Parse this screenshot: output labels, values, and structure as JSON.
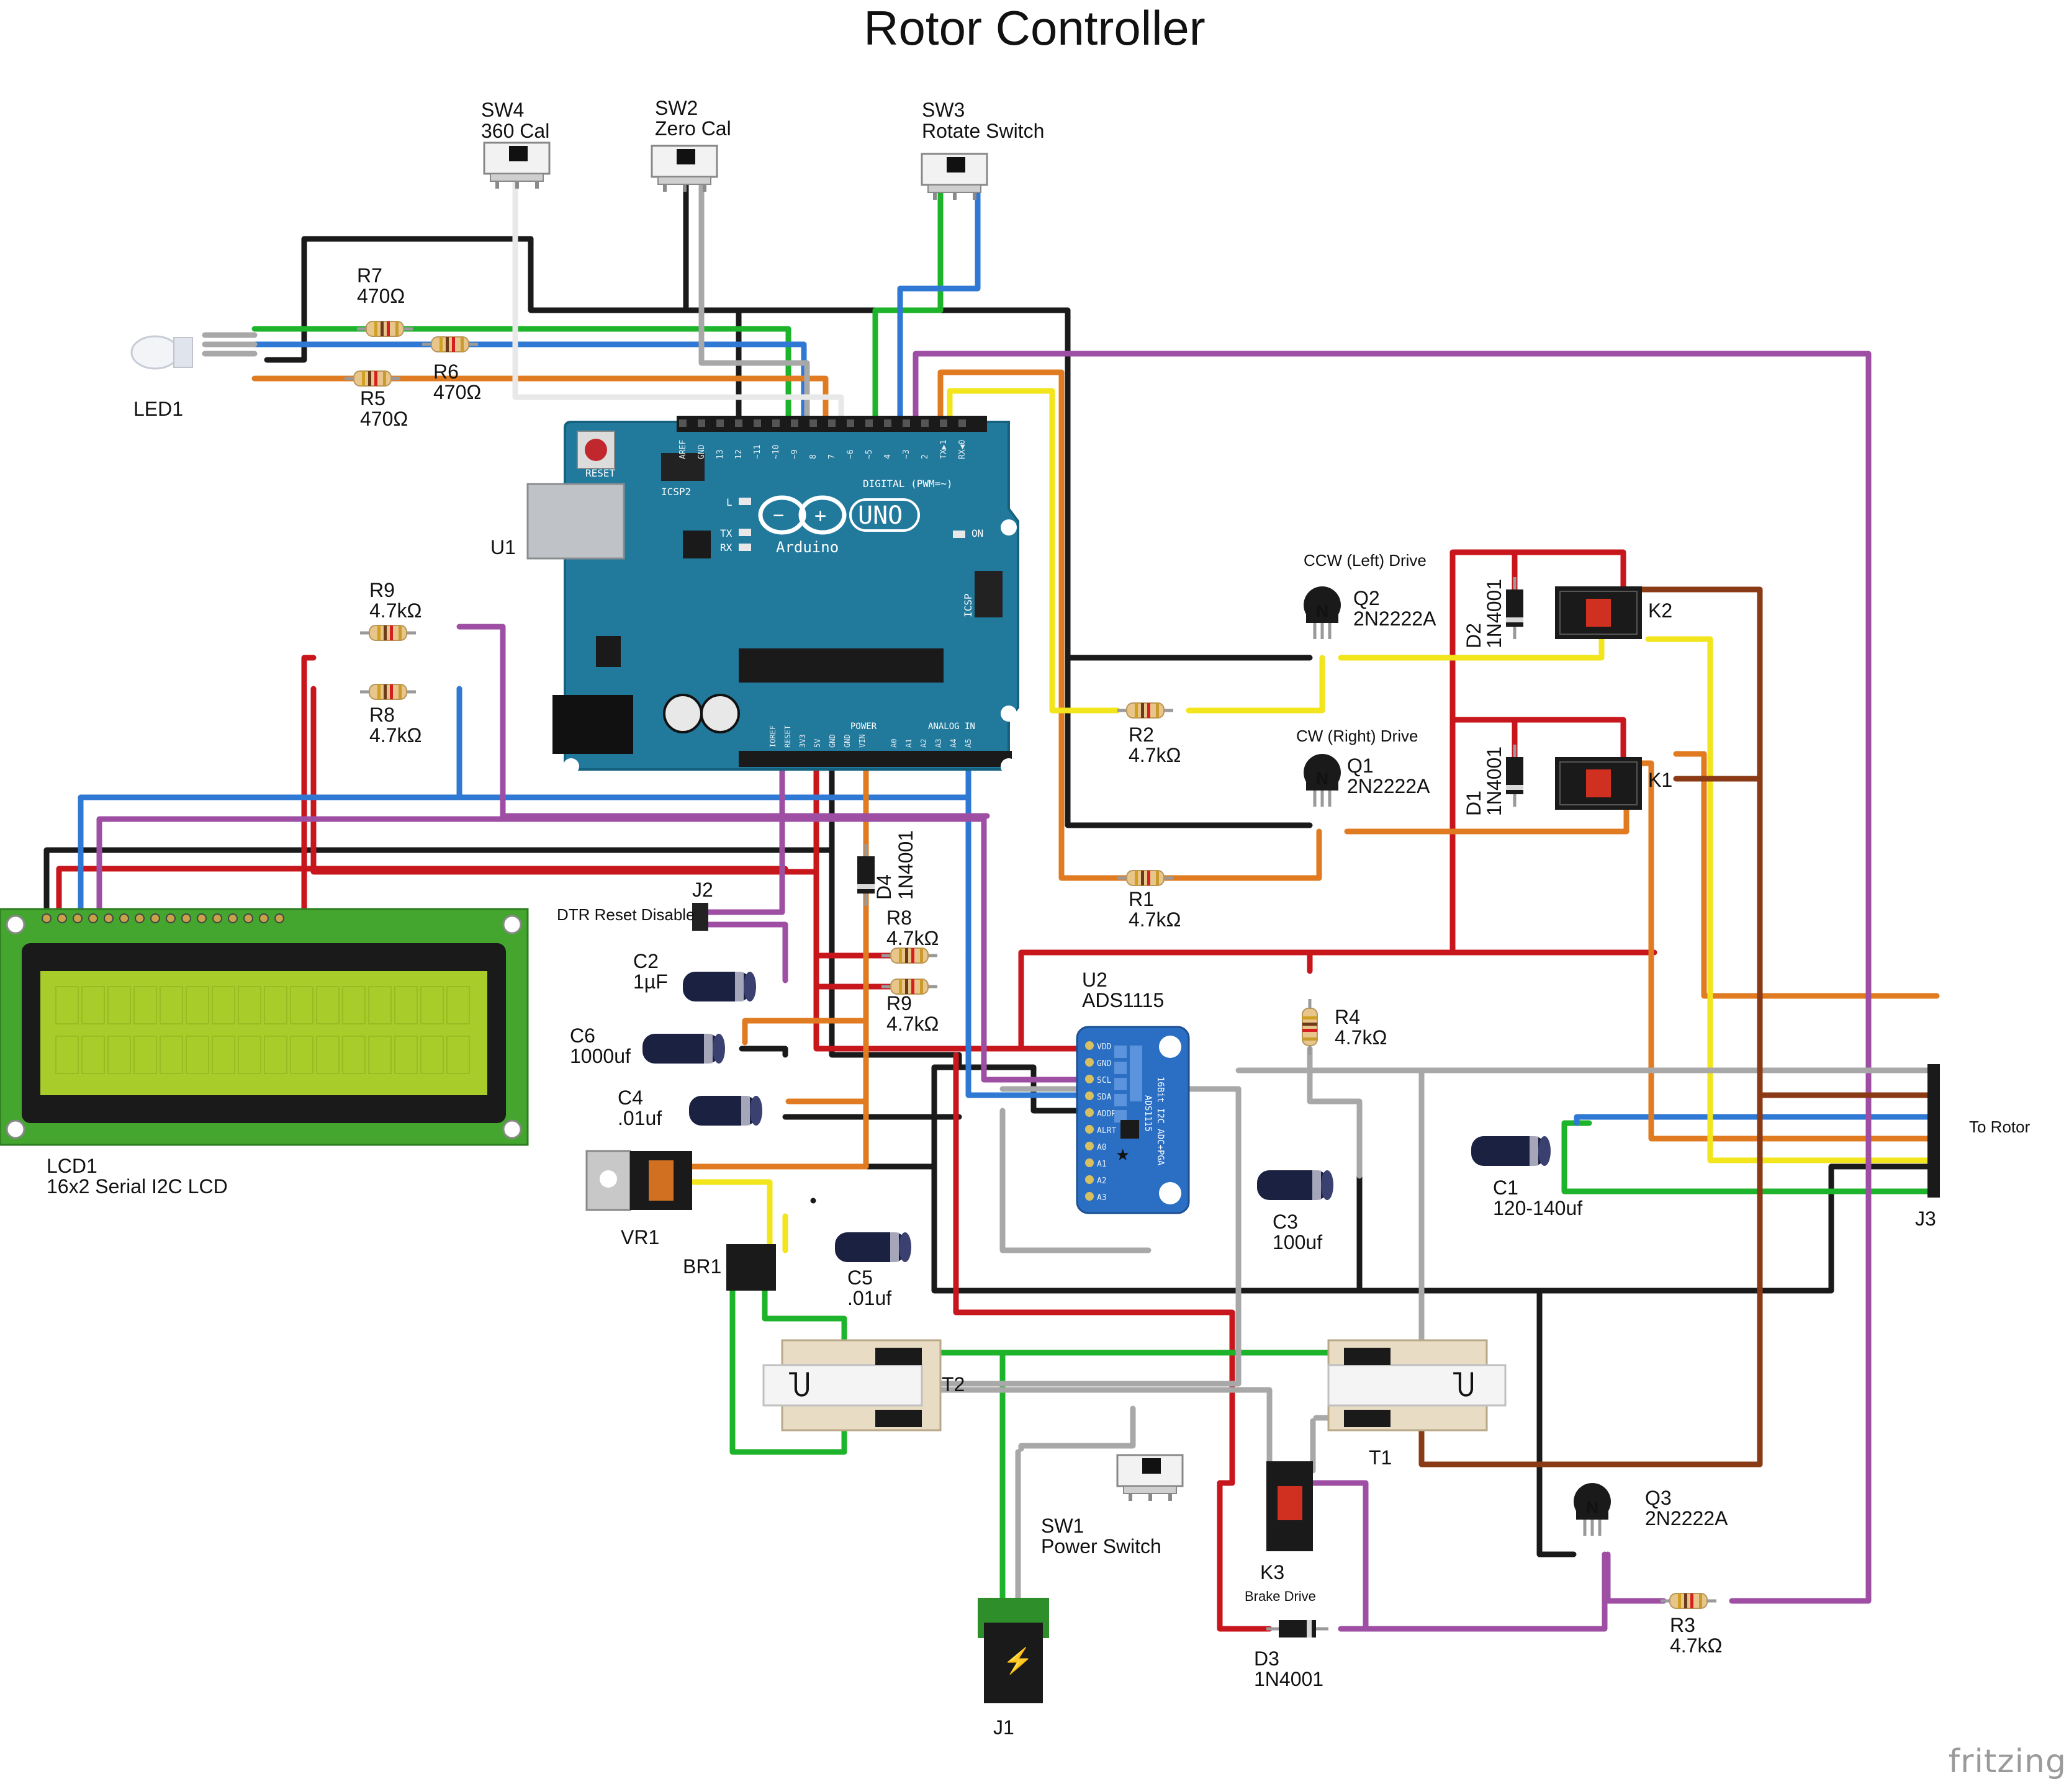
{
  "title": "Rotor Controller",
  "watermark": "fritzing",
  "colors": {
    "black": "#1a1a1a",
    "red": "#c8161d",
    "green": "#1db32a",
    "blue": "#2f78d3",
    "orange": "#e07b22",
    "yellow": "#f2e51b",
    "purple": "#9e4fa4",
    "gray": "#a8a8a8",
    "white": "#e8e8e8",
    "brown": "#8b3a16",
    "arduino": "#21799c",
    "lcd_green": "#44a52f",
    "lcd_screen": "#a8cc2a",
    "ads_blue": "#2b6fc4"
  },
  "components": {
    "sw4": {
      "ref": "SW4",
      "name": "360 Cal"
    },
    "sw2": {
      "ref": "SW2",
      "name": "Zero Cal"
    },
    "sw3": {
      "ref": "SW3",
      "name": "Rotate Switch"
    },
    "r7": {
      "ref": "R7",
      "value": "470Ω"
    },
    "r6": {
      "ref": "R6",
      "value": "470Ω"
    },
    "r5": {
      "ref": "R5",
      "value": "470Ω"
    },
    "led1": {
      "ref": "LED1"
    },
    "u1": {
      "ref": "U1"
    },
    "r9a": {
      "ref": "R9",
      "value": "4.7kΩ"
    },
    "r8a": {
      "ref": "R8",
      "value": "4.7kΩ"
    },
    "lcd1": {
      "ref": "LCD1",
      "name": "16x2 Serial I2C LCD"
    },
    "q2": {
      "ref": "Q2",
      "part": "2N2222A",
      "note": "CCW (Left) Drive"
    },
    "q1": {
      "ref": "Q1",
      "part": "2N2222A",
      "note": "CW (Right) Drive"
    },
    "r2": {
      "ref": "R2",
      "value": "4.7kΩ"
    },
    "r1": {
      "ref": "R1",
      "value": "4.7kΩ"
    },
    "d2": {
      "ref": "D2",
      "part": "1N4001"
    },
    "d1": {
      "ref": "D1",
      "part": "1N4001"
    },
    "k2": {
      "ref": "K2"
    },
    "k1": {
      "ref": "K1"
    },
    "j2": {
      "ref": "J2",
      "name": "DTR Reset Disable"
    },
    "d4": {
      "ref": "D4",
      "part": "1N4001"
    },
    "r8b": {
      "ref": "R8",
      "value": "4.7kΩ"
    },
    "r9b": {
      "ref": "R9",
      "value": "4.7kΩ"
    },
    "c2": {
      "ref": "C2",
      "value": "1µF"
    },
    "c6": {
      "ref": "C6",
      "value": "1000uf"
    },
    "c4": {
      "ref": "C4",
      "value": ".01uf"
    },
    "vr1": {
      "ref": "VR1"
    },
    "br1": {
      "ref": "BR1"
    },
    "c5": {
      "ref": "C5",
      "value": ".01uf"
    },
    "u2": {
      "ref": "U2",
      "name": "ADS1115"
    },
    "r4": {
      "ref": "R4",
      "value": "4.7kΩ"
    },
    "c3": {
      "ref": "C3",
      "value": "100uf"
    },
    "c1": {
      "ref": "C1",
      "value": "120-140uf"
    },
    "j3": {
      "ref": "J3",
      "note": "To Rotor"
    },
    "t2": {
      "ref": "T2"
    },
    "t1": {
      "ref": "T1"
    },
    "sw1": {
      "ref": "SW1",
      "name": "Power Switch"
    },
    "k3": {
      "ref": "K3",
      "note": "Brake Drive"
    },
    "d3": {
      "ref": "D3",
      "part": "1N4001"
    },
    "q3": {
      "ref": "Q3",
      "part": "2N2222A"
    },
    "r3": {
      "ref": "R3",
      "value": "4.7kΩ"
    },
    "j1": {
      "ref": "J1"
    }
  },
  "arduino": {
    "logo_text": "UNO",
    "brand": "Arduino",
    "reset": "RESET",
    "icsp2": "ICSP2",
    "icsp": "ICSP",
    "digital": "DIGITAL (PWM=~)",
    "power": "POWER",
    "analog": "ANALOG IN",
    "on": "ON",
    "l": "L",
    "tx": "TX",
    "rx": "RX",
    "digital_pins": [
      "AREF",
      "GND",
      "13",
      "12",
      "~11",
      "~10",
      "~9",
      "8",
      "7",
      "~6",
      "~5",
      "4",
      "~3",
      "2",
      "TX▶1",
      "RX◀0"
    ],
    "power_pins": [
      "IOREF",
      "RESET",
      "3V3",
      "5V",
      "GND",
      "GND",
      "VIN"
    ],
    "analog_pins": [
      "A0",
      "A1",
      "A2",
      "A3",
      "A4",
      "A5"
    ]
  },
  "ads_board": {
    "title_line1": "16Bit I2C ADC+PGA",
    "title_line2": "ADS1115",
    "pins": [
      "VDD",
      "GND",
      "SCL",
      "SDA",
      "ADDR",
      "ALRT",
      "A0",
      "A1",
      "A2",
      "A3"
    ]
  }
}
